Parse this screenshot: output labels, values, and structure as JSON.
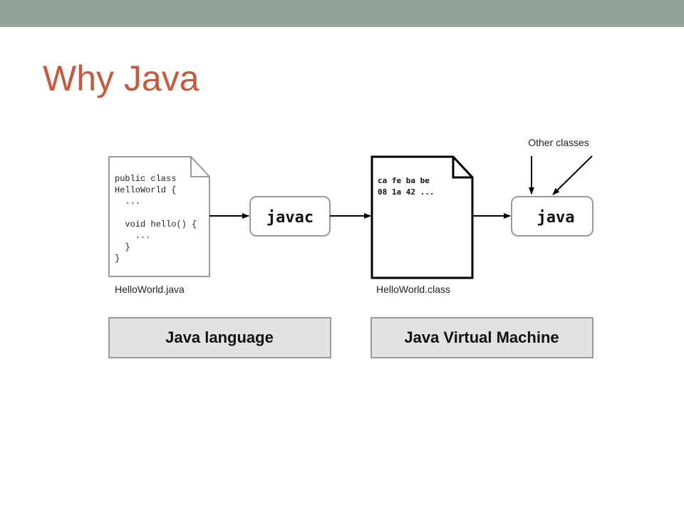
{
  "slide": {
    "title": "Why Java"
  },
  "diagram": {
    "source_file": {
      "code_lines": [
        "public class",
        "HelloWorld {",
        "  ...",
        "",
        "  void hello() {",
        "    ...",
        "  }",
        "}"
      ],
      "filename": "HelloWorld.java"
    },
    "compiler": {
      "label": "javac"
    },
    "class_file": {
      "bytes_lines": [
        "ca fe ba be",
        "08 1a 42 ..."
      ],
      "filename": "HelloWorld.class"
    },
    "other_classes_label": "Other classes",
    "runtime": {
      "label": "java"
    },
    "bars": {
      "language": "Java language",
      "jvm": "Java Virtual Machine"
    },
    "colors": {
      "title": "#c65a3e",
      "top_bar": "#94a39a",
      "bar_fill": "#e2e2e2",
      "doc_border": "#9a9a9a"
    }
  }
}
